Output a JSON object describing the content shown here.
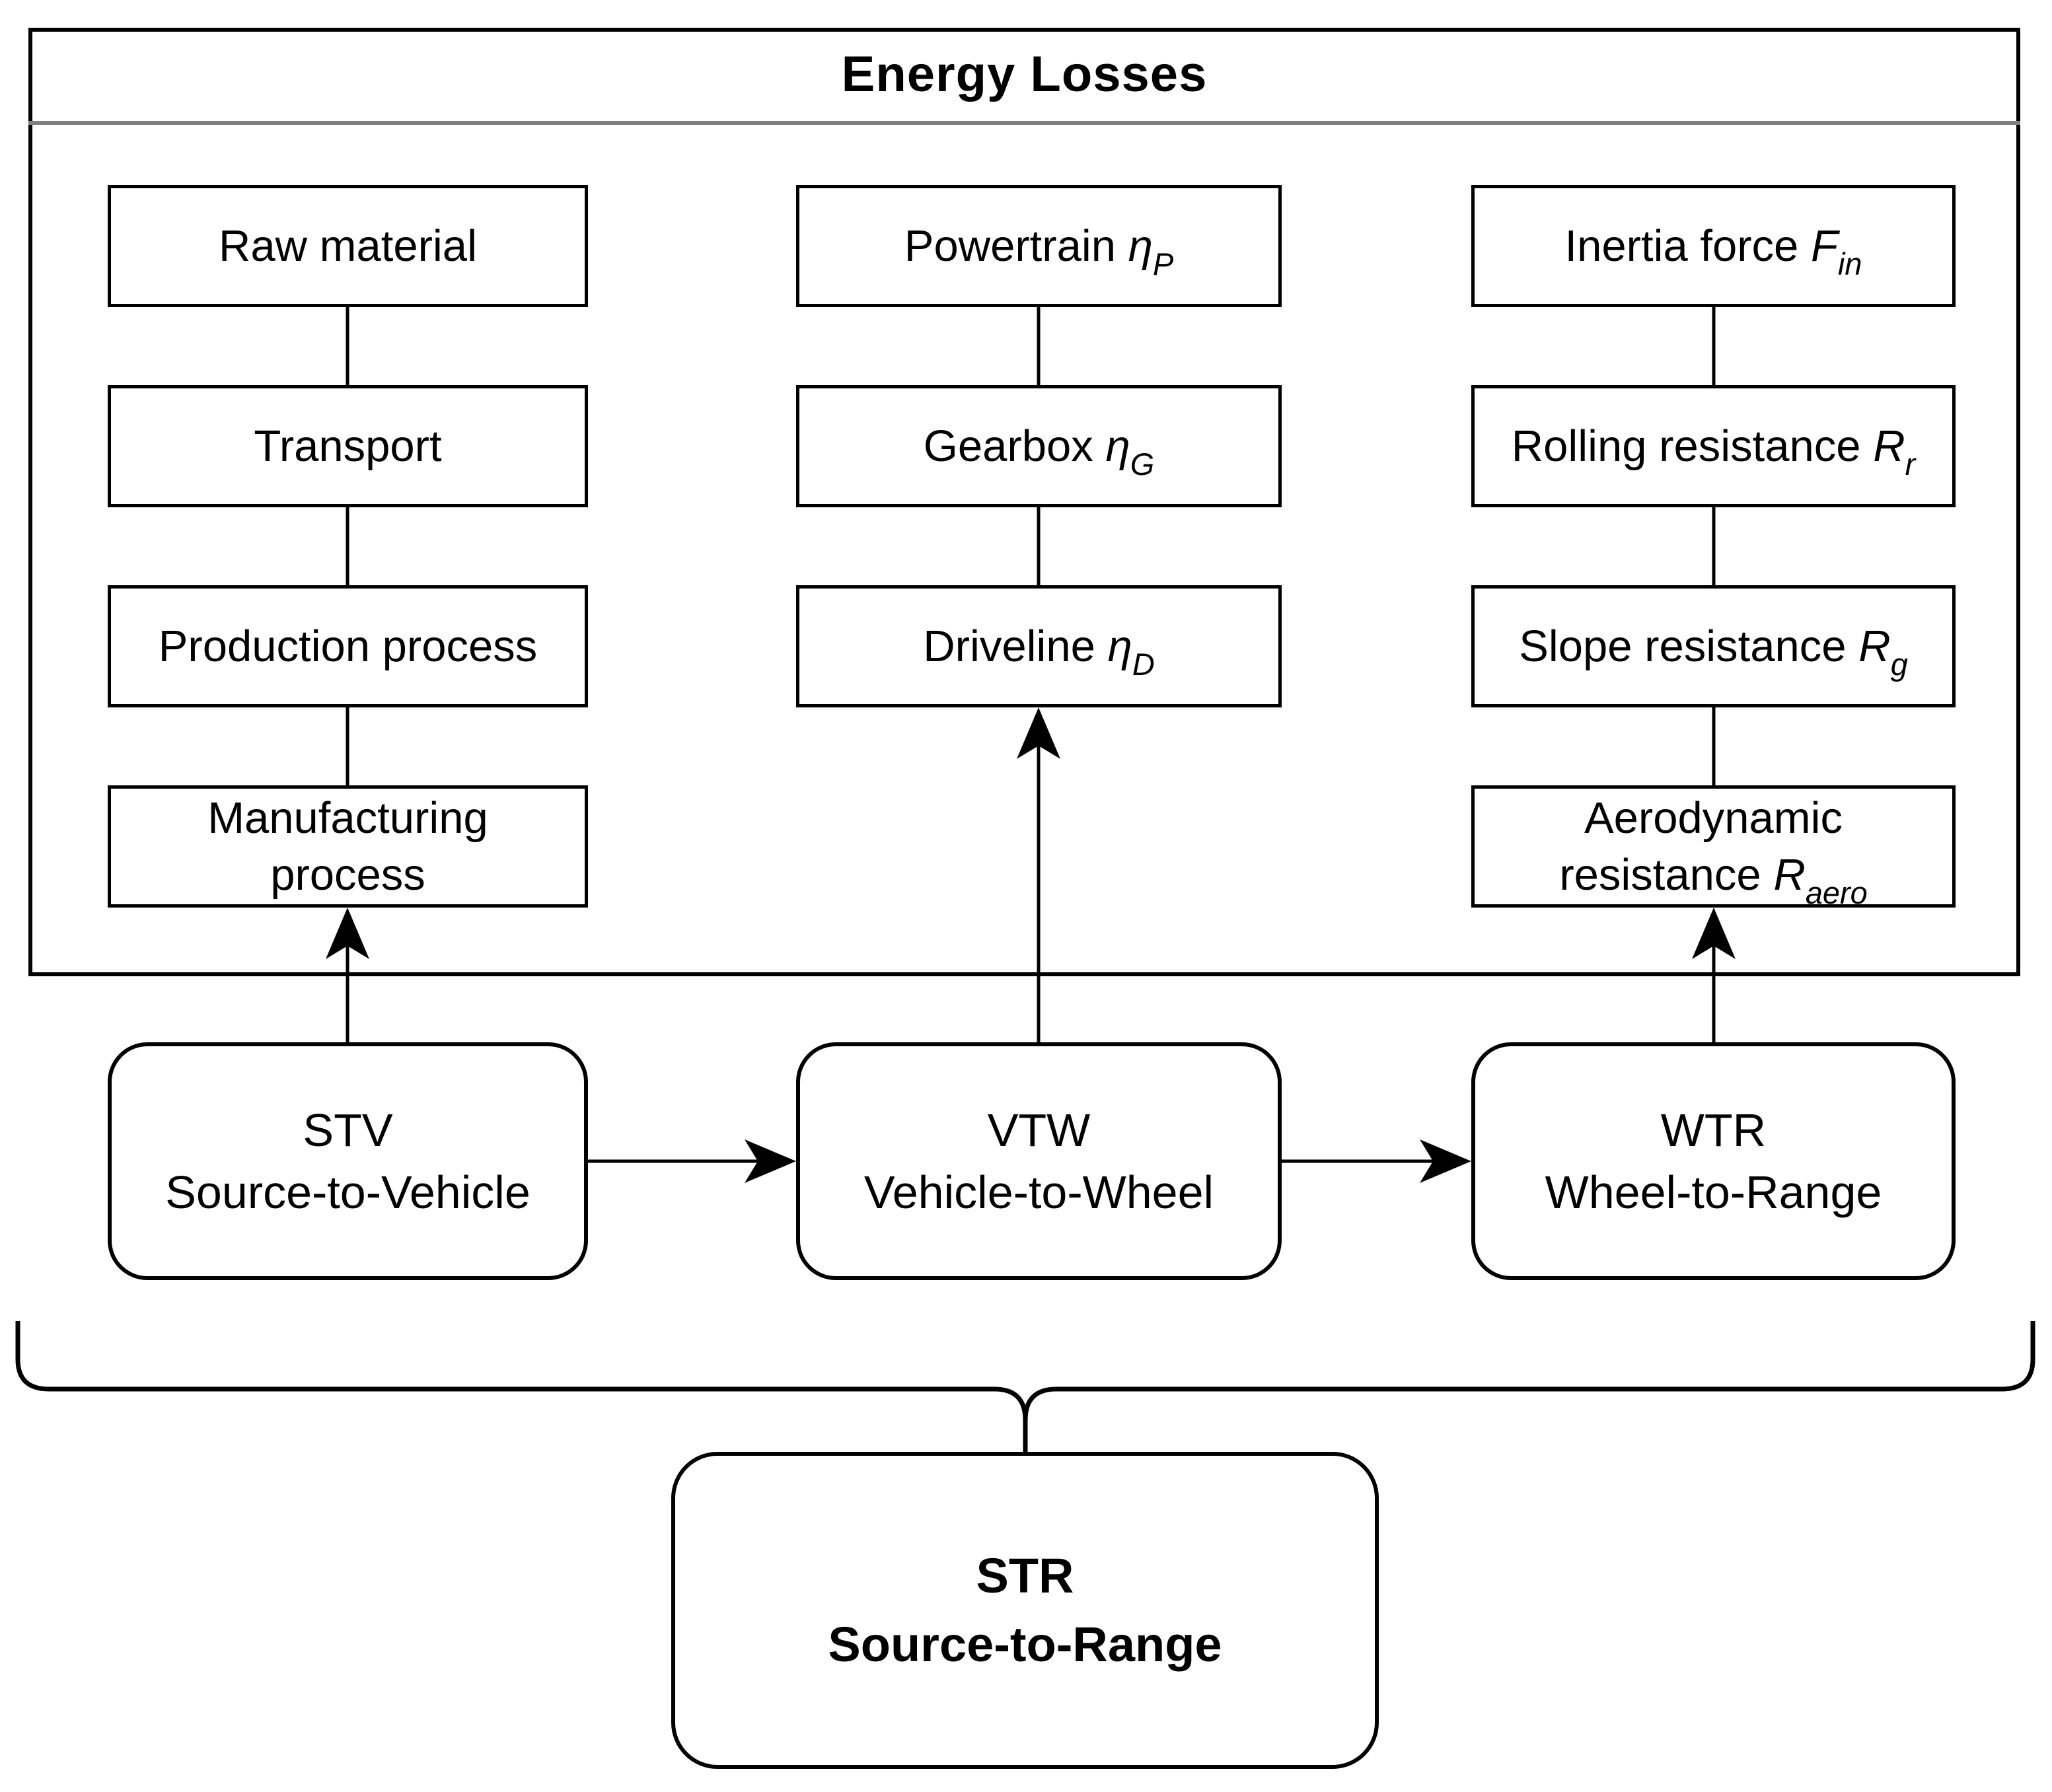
{
  "figure": {
    "title": "Energy Losses",
    "columns": [
      {
        "name": "vehicle-production",
        "boxes": [
          {
            "line1": "Raw material"
          },
          {
            "line1": "Transport"
          },
          {
            "line1": "Production process"
          },
          {
            "line1": "Manufacturing",
            "line2": "process"
          }
        ]
      },
      {
        "name": "powertrain-efficiency",
        "boxes": [
          {
            "line1": "Powertrain",
            "symbol": "η",
            "subscript": "P"
          },
          {
            "line1": "Gearbox",
            "symbol": "η",
            "subscript": "G"
          },
          {
            "line1": "Driveline",
            "symbol": "η",
            "subscript": "D"
          }
        ]
      },
      {
        "name": "driving-resistance",
        "boxes": [
          {
            "line1": "Inertia force",
            "symbol": "F",
            "subscript": "in"
          },
          {
            "line1": "Rolling resistance",
            "symbol": "R",
            "subscript": "r"
          },
          {
            "line1": "Slope resistance",
            "symbol": "R",
            "subscript": "g"
          },
          {
            "line1": "Aerodynamic",
            "line2": "resistance",
            "symbol": "R",
            "subscript": "aero"
          }
        ]
      }
    ],
    "stages": [
      {
        "abbr": "STV",
        "name": "Source-to-Vehicle"
      },
      {
        "abbr": "VTW",
        "name": "Vehicle-to-Wheel"
      },
      {
        "abbr": "WTR",
        "name": "Wheel-to-Range"
      }
    ],
    "result": {
      "abbr": "STR",
      "name": "Source-to-Range"
    },
    "colors": {
      "stroke": "#000000",
      "divider": "#808080",
      "background": "#ffffff"
    }
  }
}
